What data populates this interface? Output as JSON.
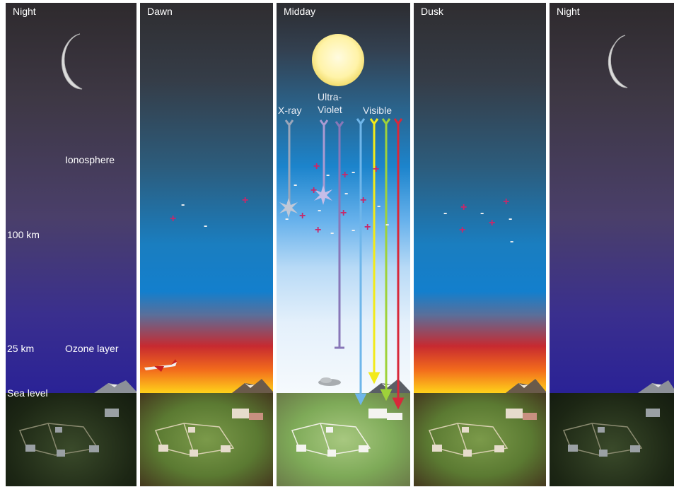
{
  "panels": [
    {
      "label": "Night"
    },
    {
      "label": "Dawn"
    },
    {
      "label": "Midday"
    },
    {
      "label": "Dusk"
    },
    {
      "label": "Night"
    }
  ],
  "labels": {
    "ionosphere": "Ionosphere",
    "km100": "100 km",
    "km25": "25 km",
    "ozone": "Ozone layer",
    "sea_level": "Sea level",
    "xray": "X-ray",
    "ultraviolet": "Ultra-\nViolet",
    "visible": "Visible"
  },
  "radiation_colors": {
    "xray": "#9aa6ba",
    "ultraviolet": "#a99ad2",
    "ultraviolet_deep": "#8877b8",
    "visible_blue": "#6fb6ea",
    "visible_yellow": "#f2ea1a",
    "visible_green": "#9ed23a",
    "visible_red": "#d8283a"
  },
  "ion_symbols": {
    "negative": "-",
    "positive": "+"
  },
  "icons": [
    "moon-icon",
    "sun-icon",
    "airplane-icon",
    "mountain-icon",
    "cloud-icon",
    "burst-icon"
  ]
}
